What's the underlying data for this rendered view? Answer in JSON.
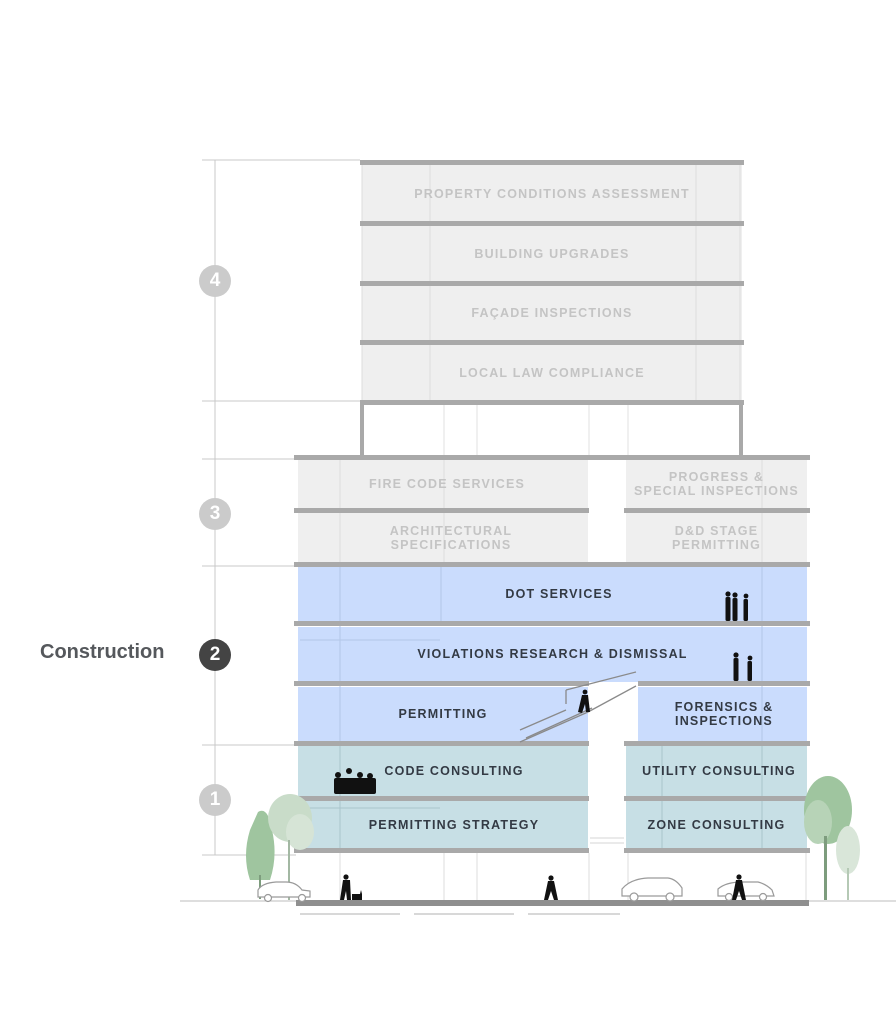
{
  "stages": [
    {
      "number": "1",
      "state": "muted"
    },
    {
      "number": "2",
      "state": "active",
      "label": "Construction"
    },
    {
      "number": "3",
      "state": "muted"
    },
    {
      "number": "4",
      "state": "muted"
    }
  ],
  "floors": {
    "property_conditions": "PROPERTY CONDITIONS ASSESSMENT",
    "building_upgrades": "BUILDING UPGRADES",
    "facade_inspections": "FAÇADE INSPECTIONS",
    "local_law": "LOCAL LAW COMPLIANCE",
    "fire_code": "FIRE CODE SERVICES",
    "progress_special": "PROGRESS &\nSPECIAL INSPECTIONS",
    "architectural": "ARCHITECTURAL\nSPECIFICATIONS",
    "dd_stage": "D&D STAGE\nPERMITTING",
    "dot_services": "DOT SERVICES",
    "violations": "VIOLATIONS RESEARCH & DISMISSAL",
    "permitting": "PERMITTING",
    "forensics": "FORENSICS &\nINSPECTIONS",
    "code_consulting": "CODE CONSULTING",
    "utility_consulting": "UTILITY CONSULTING",
    "permitting_strategy": "PERMITTING STRATEGY",
    "zone_consulting": "ZONE CONSULTING"
  },
  "colors": {
    "stage4_fill": "#efefef",
    "stage3_fill": "#efefef",
    "stage2_fill": "#cadcfd",
    "stage1_fill": "#c7dfe5",
    "slab": "#a9a9a9",
    "muted_text": "#c4c4c4",
    "dark_text": "#333a44",
    "tree_light": "#c9dcc9",
    "tree_green": "#9fc59f"
  }
}
